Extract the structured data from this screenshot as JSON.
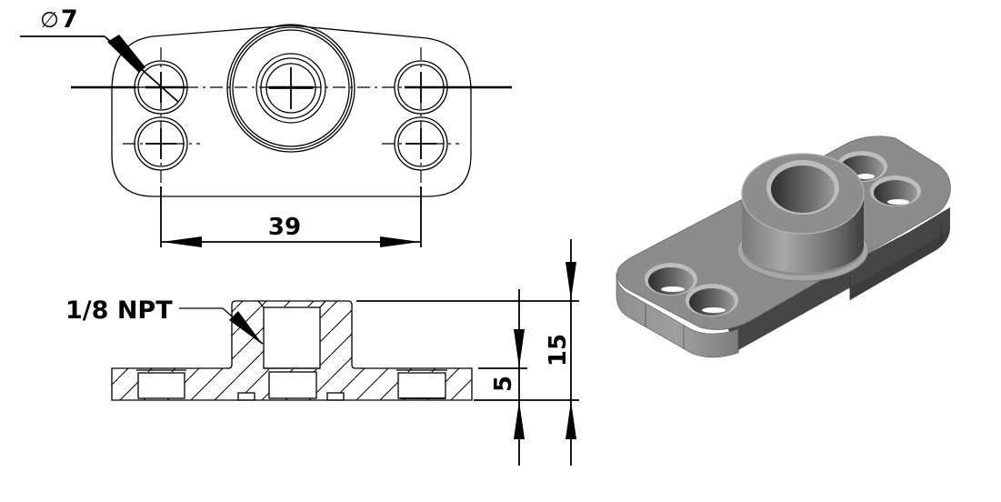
{
  "drawing": {
    "type": "engineering_drawing",
    "views": [
      "top-view",
      "section-view",
      "isometric-view"
    ],
    "colors": {
      "line": "#000000",
      "background": "#ffffff",
      "iso_top": "#8c8c8c",
      "iso_side_light": "#9a9a9a",
      "iso_side_dark": "#3c3c3c",
      "iso_hole": "#4a4a4a"
    }
  },
  "top_view": {
    "hole_diameter_label": "∅7",
    "hole_symbol": "∅",
    "hole_value": "7",
    "spacing_dimension": "39"
  },
  "section_view": {
    "thread_callout": "1/8 NPT",
    "plate_thickness": "5",
    "overall_height": "15"
  },
  "isometric_view": {
    "description": "Shaded 3D model of mounting flange with central threaded boss and four counterbored holes"
  }
}
